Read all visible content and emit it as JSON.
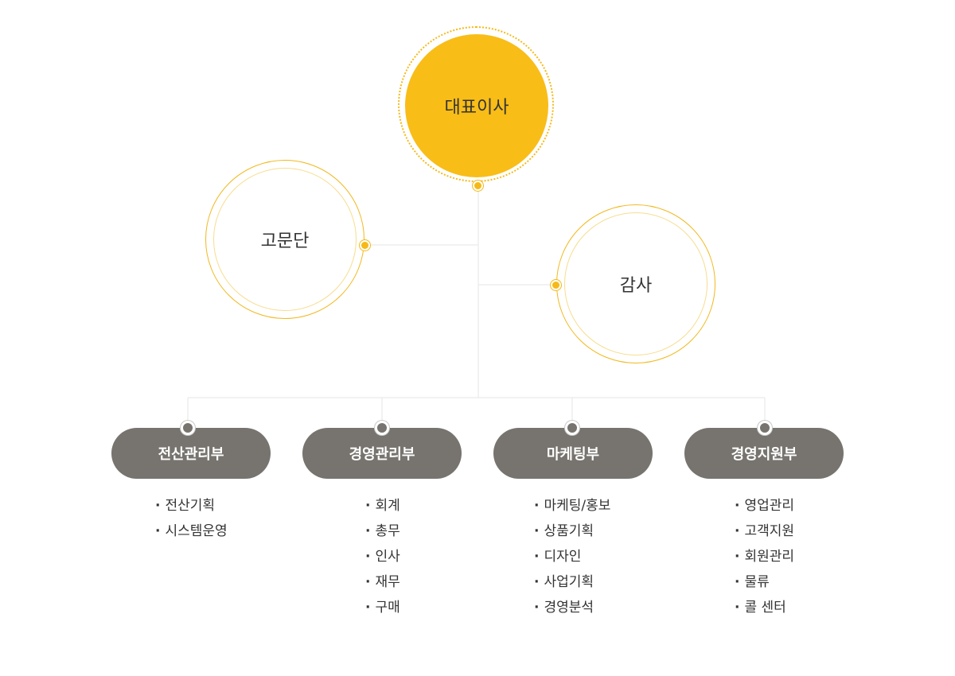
{
  "org": {
    "ceo": {
      "label": "대표이사"
    },
    "advisory": {
      "label": "고문단"
    },
    "audit": {
      "label": "감사"
    },
    "departments": [
      {
        "label": "전산관리부",
        "items": [
          "전산기획",
          "시스템운영"
        ]
      },
      {
        "label": "경영관리부",
        "items": [
          "회계",
          "총무",
          "인사",
          "재무",
          "구매"
        ]
      },
      {
        "label": "마케팅부",
        "items": [
          "마케팅/홍보",
          "상품기획",
          "디자인",
          "사업기획",
          "경영분석"
        ]
      },
      {
        "label": "경영지원부",
        "items": [
          "영업관리",
          "고객지원",
          "회원관리",
          "물류",
          "콜 센터"
        ]
      }
    ]
  },
  "colors": {
    "accent": "#f8bd17",
    "department": "#77746f",
    "line": "#e5e5e5",
    "text": "#333333"
  }
}
